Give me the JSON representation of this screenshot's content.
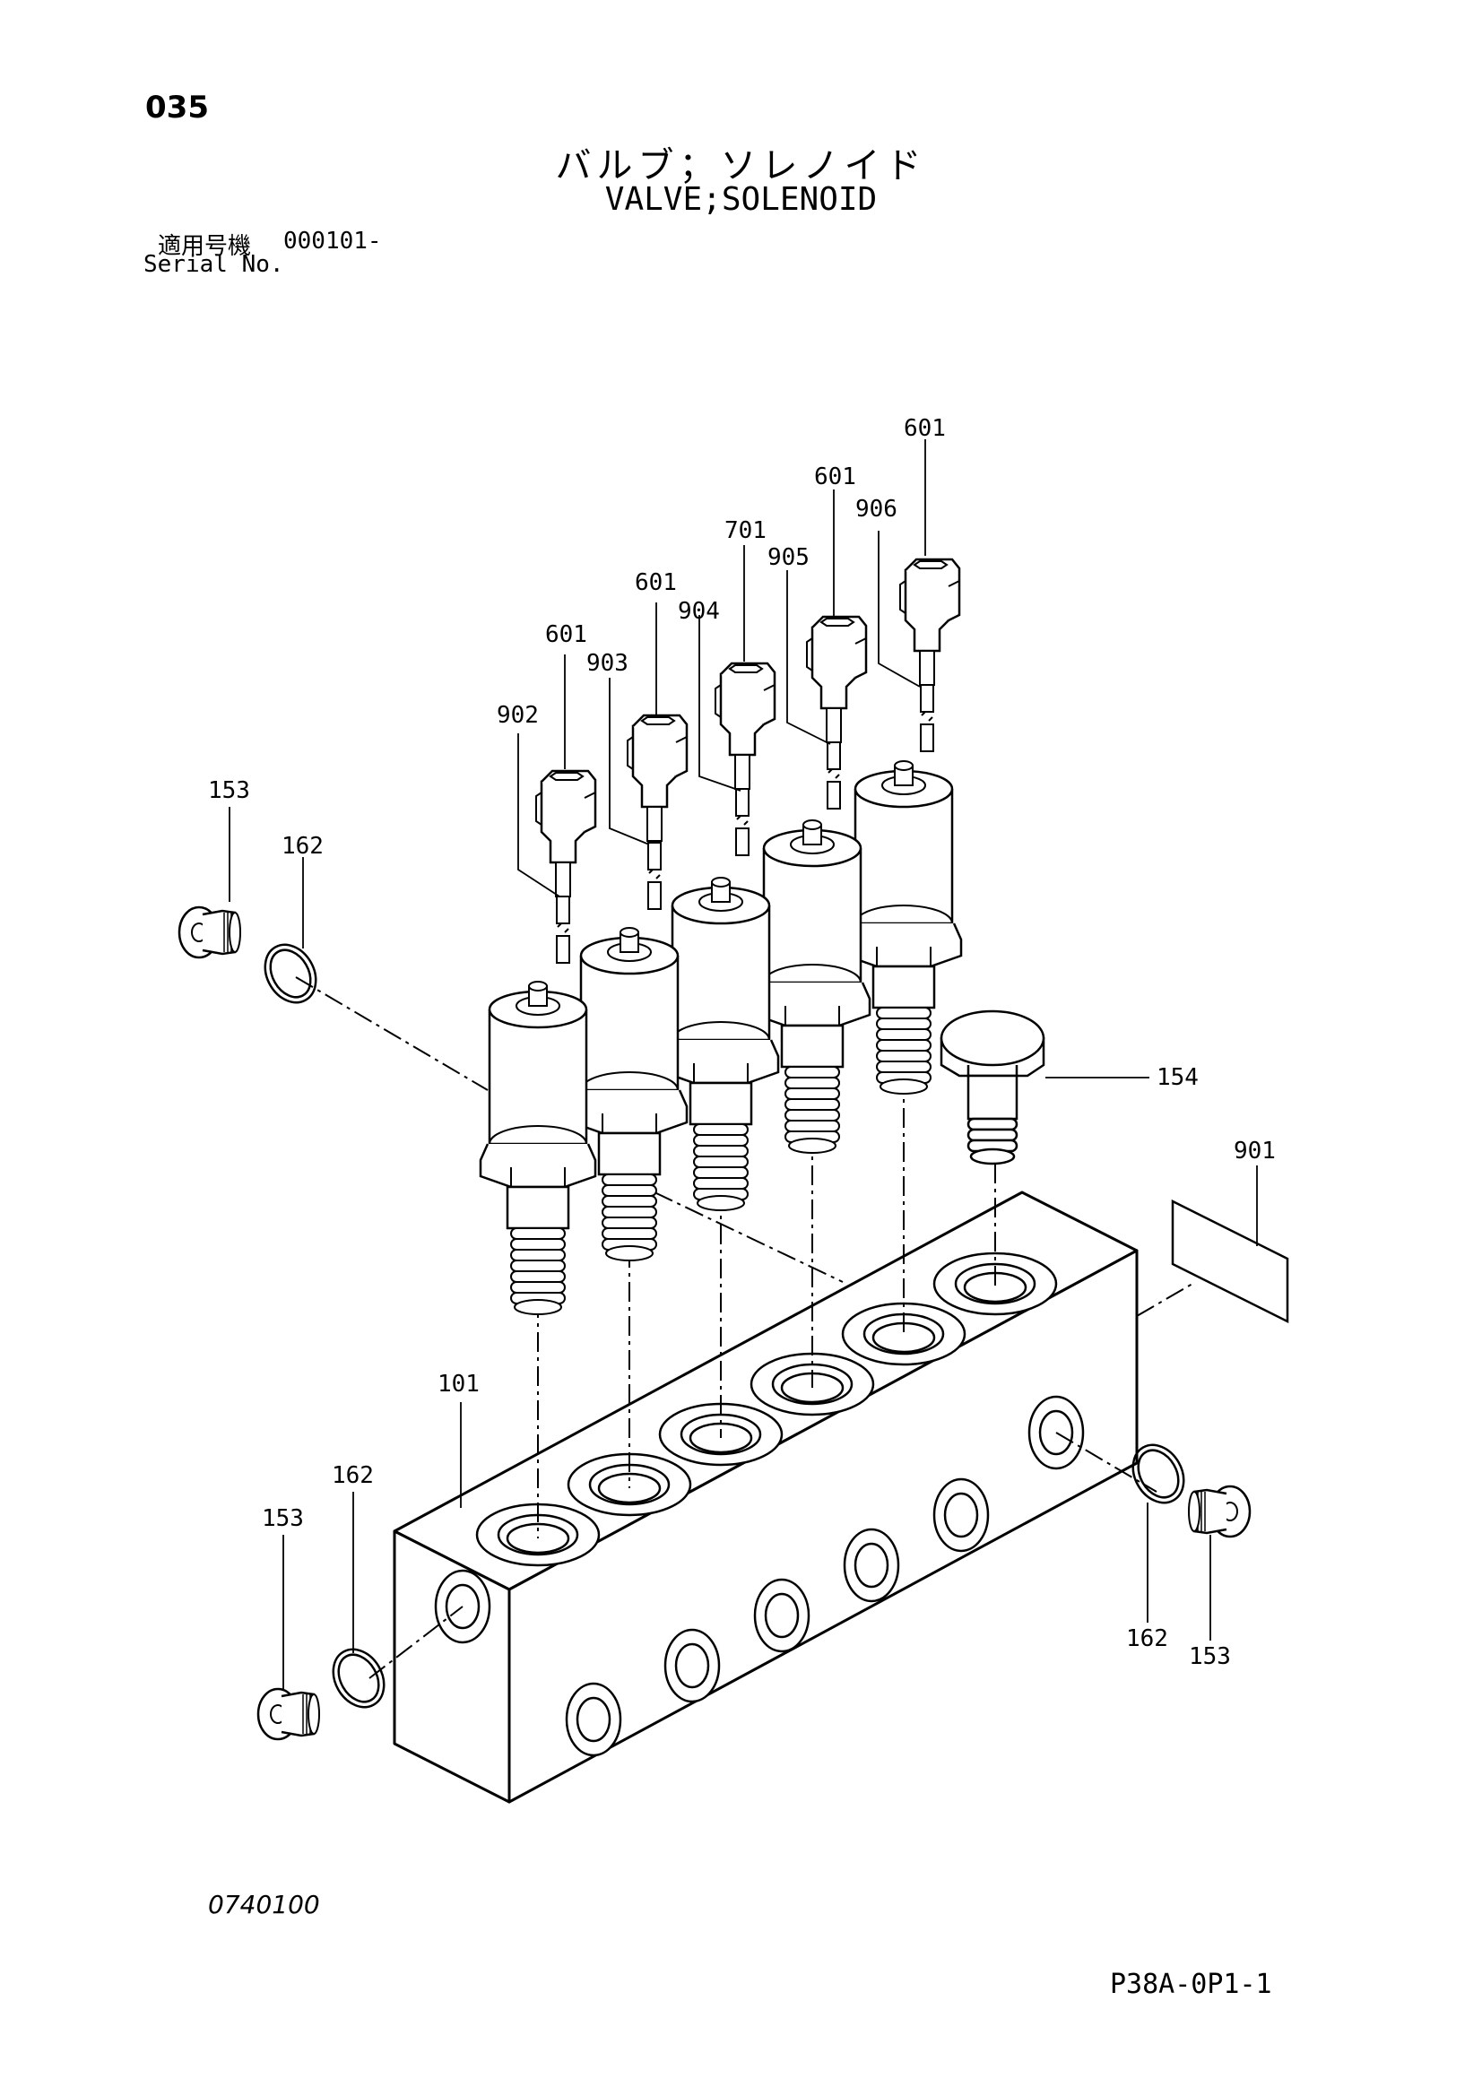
{
  "header": {
    "page_number": "035",
    "title_jp": "バルブ；ソレノイド",
    "title_en": "VALVE;SOLENOID",
    "serial_label_jp": "適用号機",
    "serial_range": "000101-",
    "serial_label_en": "Serial No."
  },
  "footer": {
    "drawing_code": "0740100",
    "page_code": "P38A-0P1-1"
  },
  "callouts": {
    "c601a": "601",
    "c601b": "601",
    "c601c": "601",
    "c601d": "601",
    "c701": "701",
    "c902": "902",
    "c903": "903",
    "c904": "904",
    "c905": "905",
    "c906": "906",
    "c153a": "153",
    "c162a": "162",
    "c154": "154",
    "c901": "901",
    "c101": "101",
    "c162b": "162",
    "c153b": "153",
    "c162c": "162",
    "c153c": "153"
  }
}
